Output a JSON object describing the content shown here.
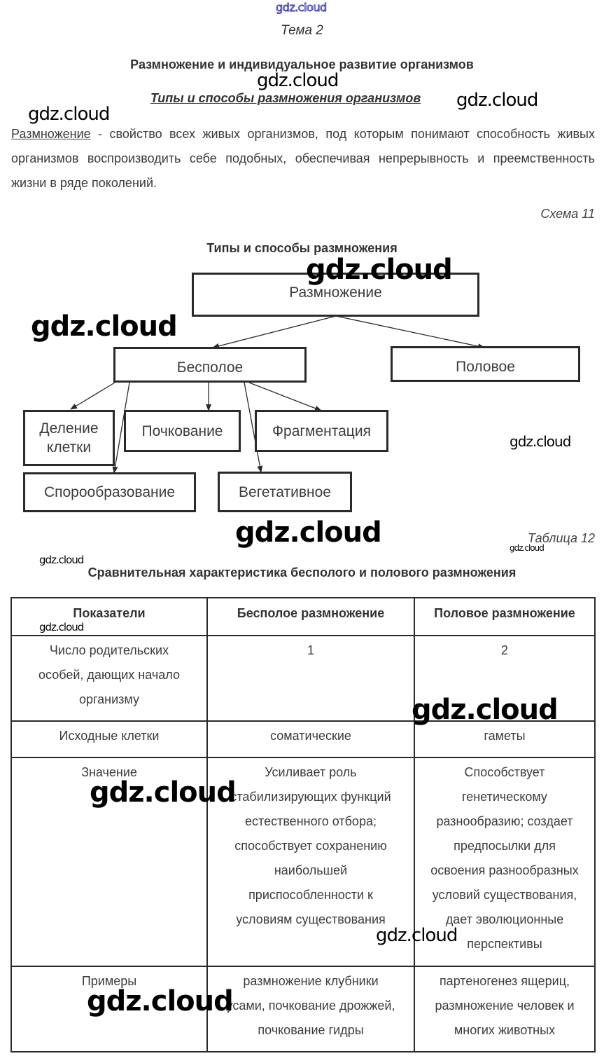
{
  "watermark": {
    "text": "gdz.cloud"
  },
  "header": {
    "topic": "Тема 2",
    "chapter": "Размножение и индивидуальное развитие организмов",
    "subtitle": "Типы и способы размножения организмов"
  },
  "definition": {
    "term": "Размножение",
    "text": " - свойство всех живых организмов, под которым понимают способность живых организмов воспроизводить себе подобных, обеспечивая непрерывность и преемственность жизни в ряде поколений."
  },
  "scheme": {
    "caption": "Схема 11",
    "title": "Типы и способы размножения",
    "root": "Размножение",
    "branches": {
      "asexual": "Бесполое",
      "sexual": "Половое"
    },
    "asexual_methods": {
      "cell_division": "Деление клетки",
      "budding": "Почкование",
      "fragmentation": "Фрагментация",
      "sporulation": "Спорообразование",
      "vegetative": "Вегетативное"
    }
  },
  "table": {
    "caption": "Таблица 12",
    "title": "Сравнительная характеристика бесполого и полового размножения",
    "headers": [
      "Показатели",
      "Бесполое размножение",
      "Половое размножение"
    ],
    "rows": [
      {
        "indicator": [
          "Число родительских",
          "особей, дающих начало",
          "организму"
        ],
        "asexual": [
          "1"
        ],
        "sexual": [
          "2"
        ]
      },
      {
        "indicator": [
          "Исходные клетки"
        ],
        "asexual": [
          "соматические"
        ],
        "sexual": [
          "гаметы"
        ]
      },
      {
        "indicator": [
          "Значение"
        ],
        "asexual": [
          "Усиливает роль",
          "стабилизирующих функций",
          "естественного отбора;",
          "способствует сохранению",
          "наибольшей",
          "приспособленности к",
          "условиям существования"
        ],
        "sexual": [
          "Способствует",
          "генетическому",
          "разнообразию; создает",
          "предпосылки для",
          "освоения разнообразных",
          "условий существования,",
          "дает эволюционные",
          "перспективы"
        ]
      },
      {
        "indicator": [
          "Примеры"
        ],
        "asexual": [
          "размножение клубники",
          "усами, почкование дрожжей,",
          "почкование гидры"
        ],
        "sexual": [
          "партеногенез ящериц,",
          "размножение человек и",
          "многих животных"
        ]
      }
    ]
  }
}
